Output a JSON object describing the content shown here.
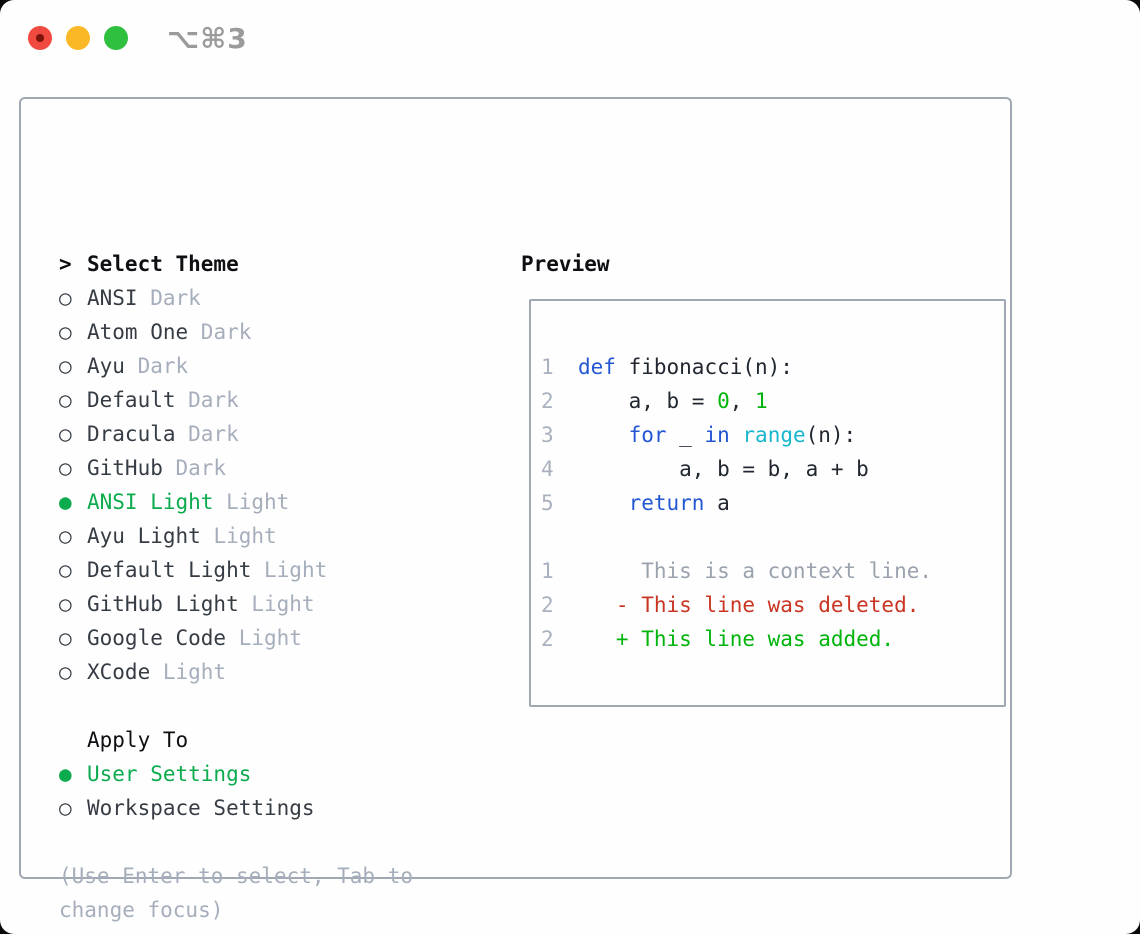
{
  "titlebar": {
    "title": "⌥⌘3"
  },
  "theme_panel": {
    "header": {
      "caret": ">",
      "label": "Select Theme"
    },
    "themes": [
      {
        "name": "ANSI",
        "variant": "Dark",
        "selected": false
      },
      {
        "name": "Atom One",
        "variant": "Dark",
        "selected": false
      },
      {
        "name": "Ayu",
        "variant": "Dark",
        "selected": false
      },
      {
        "name": "Default",
        "variant": "Dark",
        "selected": false
      },
      {
        "name": "Dracula",
        "variant": "Dark",
        "selected": false
      },
      {
        "name": "GitHub",
        "variant": "Dark",
        "selected": false
      },
      {
        "name": "ANSI Light",
        "variant": "Light",
        "selected": true
      },
      {
        "name": "Ayu Light",
        "variant": "Light",
        "selected": false
      },
      {
        "name": "Default Light",
        "variant": "Light",
        "selected": false
      },
      {
        "name": "GitHub Light",
        "variant": "Light",
        "selected": false
      },
      {
        "name": "Google Code",
        "variant": "Light",
        "selected": false
      },
      {
        "name": "XCode",
        "variant": "Light",
        "selected": false
      }
    ],
    "apply_to": {
      "label": "Apply To",
      "options": [
        {
          "name": "User Settings",
          "selected": true
        },
        {
          "name": "Workspace Settings",
          "selected": false
        }
      ]
    },
    "hint": "(Use Enter to select, Tab to\nchange focus)",
    "radio_selected_glyph": "●",
    "radio_unselected_glyph": "○"
  },
  "preview": {
    "label": "Preview",
    "code_lines": [
      {
        "num": "1",
        "tokens": [
          [
            "kw",
            "def"
          ],
          [
            "fg",
            " fibonacci(n):"
          ]
        ]
      },
      {
        "num": "2",
        "tokens": [
          [
            "fg",
            "    a, b = "
          ],
          [
            "num",
            "0"
          ],
          [
            "fg",
            ", "
          ],
          [
            "num",
            "1"
          ]
        ]
      },
      {
        "num": "3",
        "tokens": [
          [
            "fg",
            "    "
          ],
          [
            "kw",
            "for"
          ],
          [
            "fg",
            " _ "
          ],
          [
            "kw",
            "in"
          ],
          [
            "fg",
            " "
          ],
          [
            "bi",
            "range"
          ],
          [
            "fg",
            "(n):"
          ]
        ]
      },
      {
        "num": "4",
        "tokens": [
          [
            "fg",
            "        a, b = b, a + b"
          ]
        ]
      },
      {
        "num": "5",
        "tokens": [
          [
            "fg",
            "    "
          ],
          [
            "kw",
            "return"
          ],
          [
            "fg",
            " a"
          ]
        ]
      },
      {
        "num": "",
        "tokens": []
      },
      {
        "num": "1",
        "tokens": [
          [
            "ctx",
            "     This is a context line."
          ]
        ]
      },
      {
        "num": "2",
        "tokens": [
          [
            "del",
            "   - This line was deleted."
          ]
        ]
      },
      {
        "num": "2",
        "tokens": [
          [
            "add",
            "   + This line was added."
          ]
        ]
      }
    ]
  },
  "colors": {
    "chrome-red": "#f0493f",
    "chrome-red-dot": "#7a150c",
    "chrome-yellow": "#fbb826",
    "chrome-green": "#2ec03e",
    "title-gray": "#9b9b9b",
    "border": "#a0a8b3",
    "text": "#363c44",
    "heading": "#0d0f12",
    "muted": "#a6aebc",
    "selected-green": "#0cab4e",
    "code-fg": "#212730",
    "code-kw": "#2356d3",
    "code-builtin": "#19b7cd",
    "code-green": "#00b40c",
    "diff-del": "#c93522",
    "diff-ctx": "#9aa2ae",
    "line-num": "#a9b1bf"
  }
}
